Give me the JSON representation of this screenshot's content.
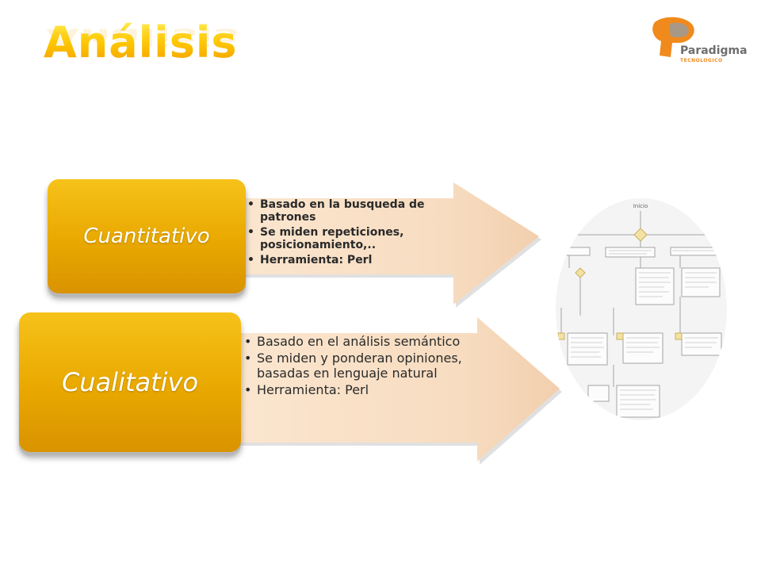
{
  "title": "Análisis",
  "logo": {
    "name": "Paradigma",
    "subtitle": "TECNOLOGICO",
    "icon": "paradigma-logo-icon",
    "colors": {
      "orange": "#f08a1c",
      "gray": "#6e6e6e"
    }
  },
  "accent": "#e9a800",
  "rows": [
    {
      "label": "Cuantitativo",
      "bullets": [
        "Basado en la busqueda de patrones",
        "Se miden repeticiones, posicionamiento,..",
        "Herramienta: Perl"
      ]
    },
    {
      "label": "Cualitativo",
      "bullets": [
        "Basado en el análisis semántico",
        "Se miden y ponderan opiniones, basadas en lenguaje natural",
        "Herramienta: Perl"
      ]
    }
  ],
  "diagram": {
    "start_label": "Inicio",
    "icon": "flowchart-image"
  }
}
